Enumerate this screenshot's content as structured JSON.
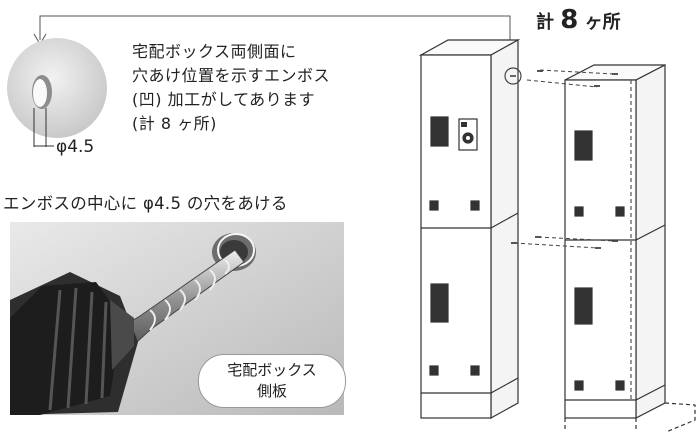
{
  "description_lines": [
    "宅配ボックス両側面に",
    "穴あけ位置を示すエンボス",
    "(凹) 加工がしてあります",
    "(計 8 ヶ所)"
  ],
  "hole_diameter_label": "φ4.5",
  "instruction": "エンボスの中心に φ4.5 の穴をあける",
  "count_label": {
    "prefix": "計",
    "number": "8",
    "suffix": "ヶ所"
  },
  "photo_label_lines": [
    "宅配ボックス",
    "側板"
  ]
}
